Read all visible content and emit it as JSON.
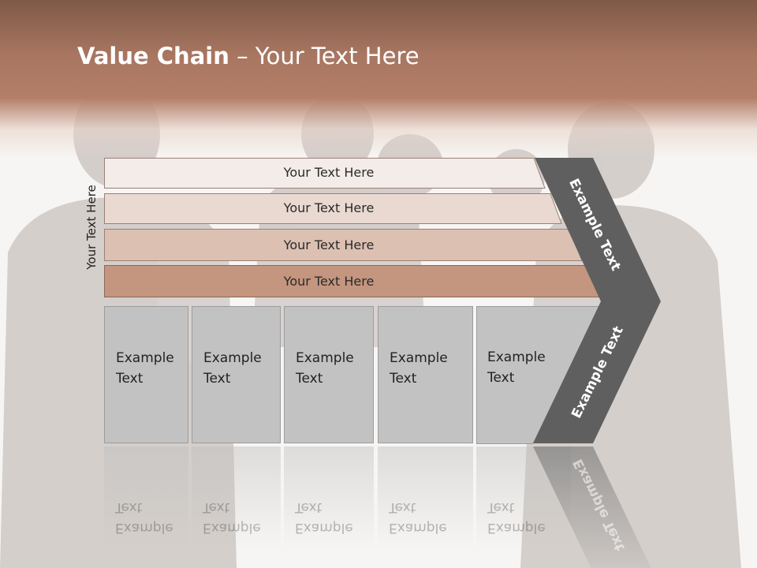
{
  "slide": {
    "title_bold": "Value Chain",
    "title_rest": " – Your Text Here",
    "side_label": "Your Text Here",
    "bars": [
      {
        "label": "Your Text Here",
        "color": "#f3ece8"
      },
      {
        "label": "Your Text Here",
        "color": "#ead9d0"
      },
      {
        "label": "Your Text Here",
        "color": "#dcc0b2"
      },
      {
        "label": "Your Text Here",
        "color": "#c4957f"
      }
    ],
    "boxes": [
      {
        "line1": "Example",
        "line2": "Text"
      },
      {
        "line1": "Example",
        "line2": "Text"
      },
      {
        "line1": "Example",
        "line2": "Text"
      },
      {
        "line1": "Example",
        "line2": "Text"
      },
      {
        "line1": "Example",
        "line2": "Text"
      }
    ],
    "chevron": {
      "upper_label": "Example Text",
      "lower_label": "Example Text",
      "color": "#5f5f5f"
    },
    "colors": {
      "header": "#a87661",
      "box_fill": "#c2c2c2"
    }
  }
}
